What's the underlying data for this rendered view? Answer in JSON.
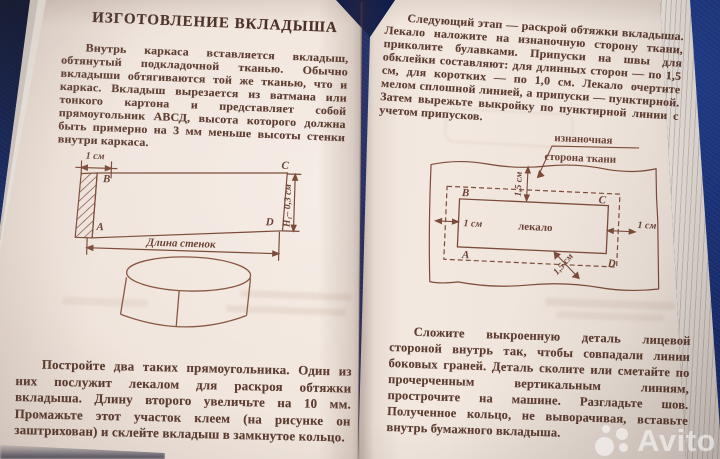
{
  "colors": {
    "background_fabric": "#162c74",
    "paper": "#efe3da",
    "ink": "#5d3c31",
    "diagram_line": "#7d4b3a",
    "watermark": "rgba(255,255,255,0.55)"
  },
  "left_page": {
    "title": "ИЗГОТОВЛЕНИЕ ВКЛАДЫША",
    "paragraph_1": "Внутрь каркаса вставляется вкладыш, обтянутый подкладочной тканью. Обычно вкладыши обтягиваются той же тканью, что и каркас. Вкладыш вырезается из ватмана или тонкого картона и представляет собой прямоугольник АВСД, высота которого должна быть примерно на 3 мм меньше высоты стенки внутри каркаса.",
    "paragraph_2": "Постройте два таких прямоугольника. Один из них послужит лекалом для раскроя обтяжки вкладыша. Длину второго увеличьте на 10 мм. Промажьте этот участок клеем (на рисунке он заштрихован) и склейте вкладыш в замкнутое кольцо.",
    "diagram": {
      "dim_top": "1 см",
      "corner_top_left": "B",
      "corner_top_right": "C",
      "corner_bottom_left": "A",
      "corner_bottom_right": "D",
      "dim_right": "Н₁– 0,3 см",
      "dim_bottom": "Длина стенок"
    }
  },
  "right_page": {
    "paragraph_1": "Следующий этап — раскрой обтяжки вкладыша. Лекало наложите на изнаночную сторону ткани, приколите булавками. Припуски на швы для обклейки составляют: для длинных сторон — по 1,5 см, для коротких — по 1,0 см. Лекало очертите мелом сплошной линией, а припуски — пунктирной. Затем вырежьте выкройку по пунктирной линии с учетом припусков.",
    "paragraph_2": "Сложите выкроенную деталь лицевой стороной внутрь так, чтобы совпадали линии боковых граней. Деталь  сколите или сметайте по прочерченным вертикальным линиям, прострочите на машине. Разгладьте шов. Полученное кольцо, не выворачивая, вставьте внутрь бумажного вкладыша.",
    "diagram": {
      "callout_line_1": "изнаночная",
      "callout_line_2": "сторона ткани",
      "pattern_label": "лекало",
      "dim_top": "1,5 см",
      "dim_left": "1 см",
      "dim_right": "1 см",
      "dim_bottom": "1,5 см",
      "corner_top_left": "B",
      "corner_top_right": "C",
      "corner_bottom_left": "A",
      "corner_bottom_right": "D"
    }
  },
  "watermark": {
    "brand": "Avito"
  }
}
